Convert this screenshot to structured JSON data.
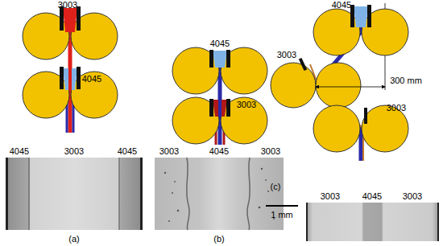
{
  "diagram": {
    "labels": [
      "3003",
      "4045",
      "4045",
      "3003",
      "4045",
      "(a)",
      "4045",
      "3003",
      "3003",
      "4045",
      "3003",
      "(b)",
      "4045",
      "3003",
      "300 mm",
      "3003",
      "3003",
      "4045",
      "3003",
      "1 mm",
      "(c)"
    ]
  }
}
